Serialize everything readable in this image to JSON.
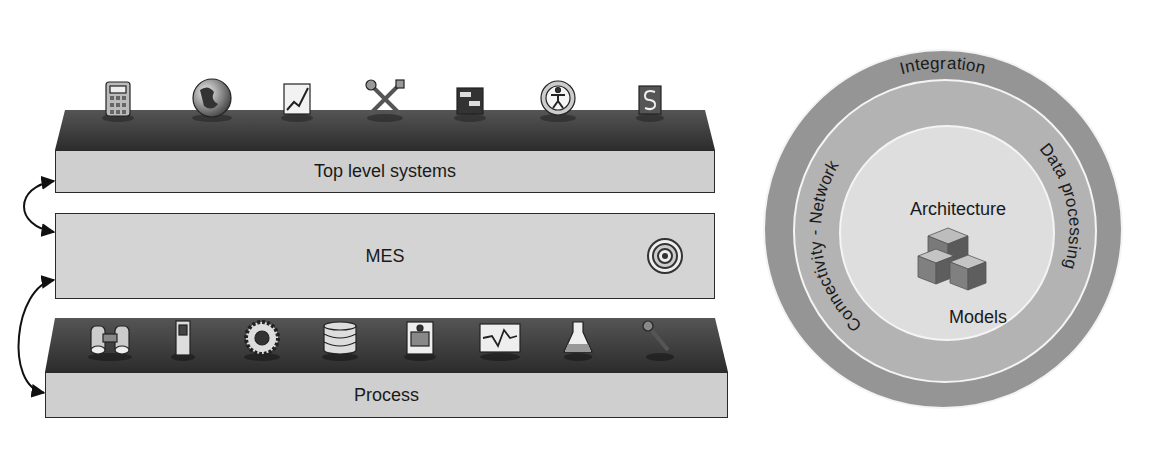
{
  "diagram": {
    "nodes": [
      {
        "text": [
          "Top level systems"
        ]
      },
      {
        "text": [
          "MES"
        ]
      },
      {
        "text": [
          "Process"
        ]
      },
      {
        "text": [
          "Integration"
        ]
      },
      {
        "text": [
          "Connectivity - Network",
          "Data processing"
        ],
        "in": 3
      },
      {
        "text": [
          "Architecture",
          "Models"
        ],
        "in": 4
      }
    ],
    "edges": [
      {
        "from": 0,
        "to": 1,
        "arrow": "both"
      },
      {
        "from": 1,
        "to": 2,
        "arrow": "both"
      }
    ]
  }
}
